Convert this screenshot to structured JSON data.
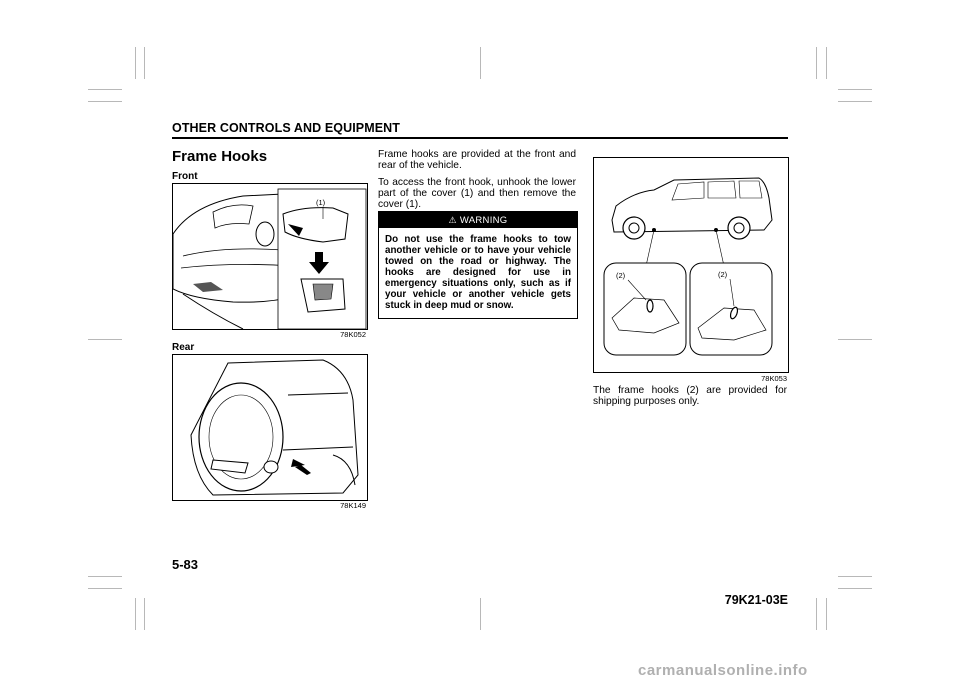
{
  "header": {
    "title": "OTHER CONTROLS AND EQUIPMENT"
  },
  "section": {
    "title": "Frame Hooks"
  },
  "front": {
    "label": "Front",
    "callout": "(1)",
    "code": "78K052"
  },
  "rear": {
    "label": "Rear",
    "code": "78K149"
  },
  "intro": {
    "p1": "Frame hooks are provided at the front and rear of the vehicle.",
    "p2": "To access the front hook, unhook the lower part of the cover (1) and then remove the cover (1)."
  },
  "warning": {
    "icon": "warning-triangle-icon",
    "title": "WARNING",
    "text": "Do not use the frame hooks to tow another vehicle or to have your vehicle towed on the road or highway. The hooks are designed for use in emergency situations only, such as if your vehicle or another vehicle gets stuck in deep mud or snow."
  },
  "side_figure": {
    "callout_left": "(2)",
    "callout_right": "(2)",
    "code": "78K053"
  },
  "shipping": {
    "text": "The frame hooks (2) are provided for shipping purposes only."
  },
  "footer": {
    "page_number": "5-83",
    "doc_code": "79K21-03E"
  },
  "watermark": {
    "text": "carmanualsonline.info"
  }
}
